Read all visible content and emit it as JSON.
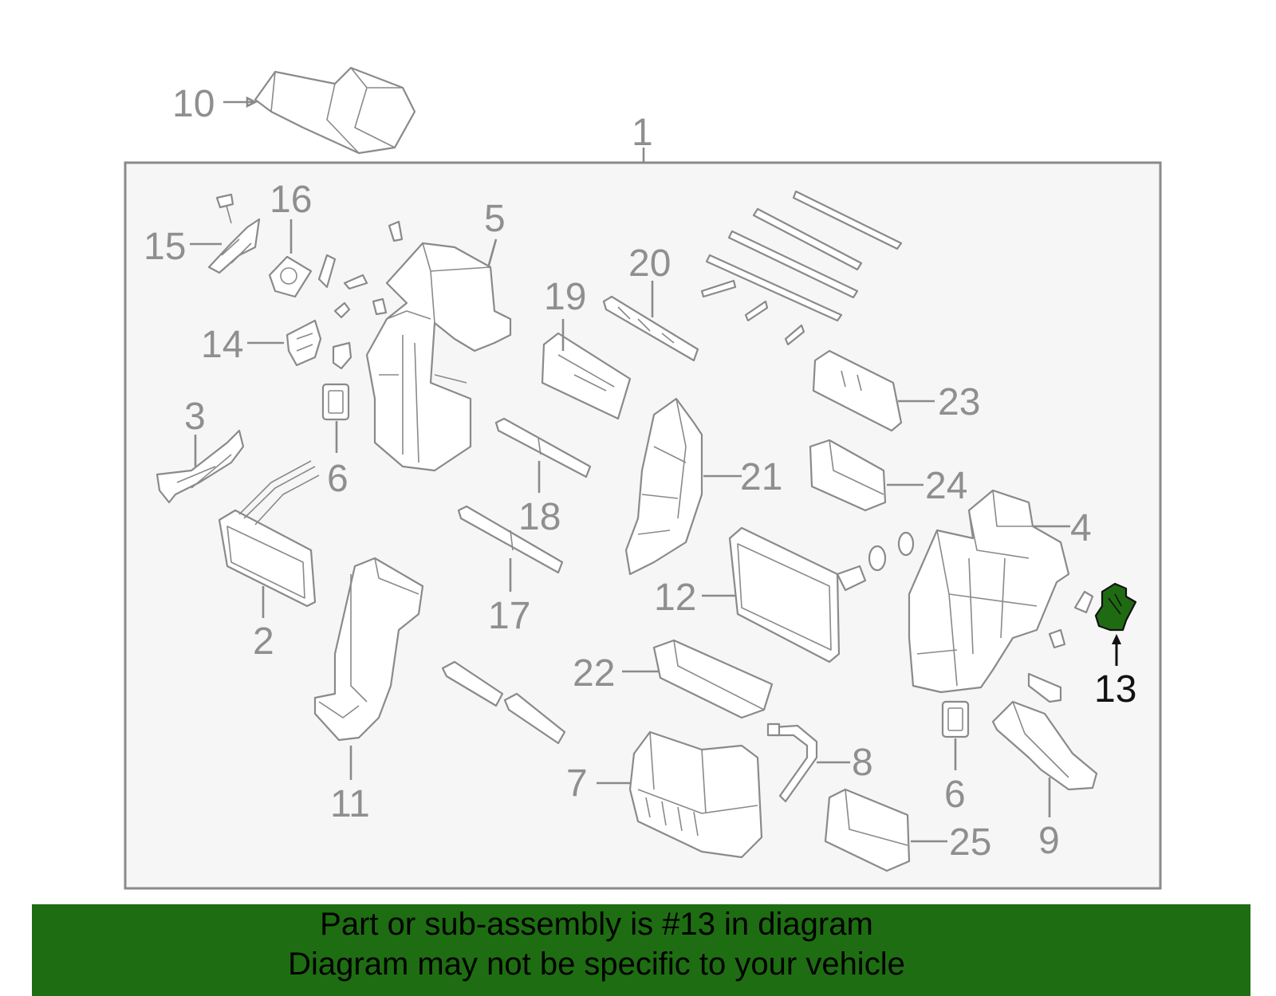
{
  "diagram": {
    "callouts": {
      "c1": "1",
      "c2": "2",
      "c3": "3",
      "c4": "4",
      "c5": "5",
      "c6a": "6",
      "c6b": "6",
      "c7": "7",
      "c8": "8",
      "c9": "9",
      "c10": "10",
      "c11": "11",
      "c12": "12",
      "c13": "13",
      "c14": "14",
      "c15": "15",
      "c16": "16",
      "c17": "17",
      "c18": "18",
      "c19": "19",
      "c20": "20",
      "c21": "21",
      "c22": "22",
      "c23": "23",
      "c24": "24",
      "c25": "25"
    },
    "highlighted_part": "13",
    "colors": {
      "line": "#8a8a8a",
      "highlight": "#1f6b12",
      "banner": "#1e6d12",
      "frame_fill": "#f6f6f6"
    }
  },
  "banner": {
    "line1": "Part or sub-assembly is #13 in diagram",
    "line2": "Diagram may not be specific to your vehicle"
  }
}
